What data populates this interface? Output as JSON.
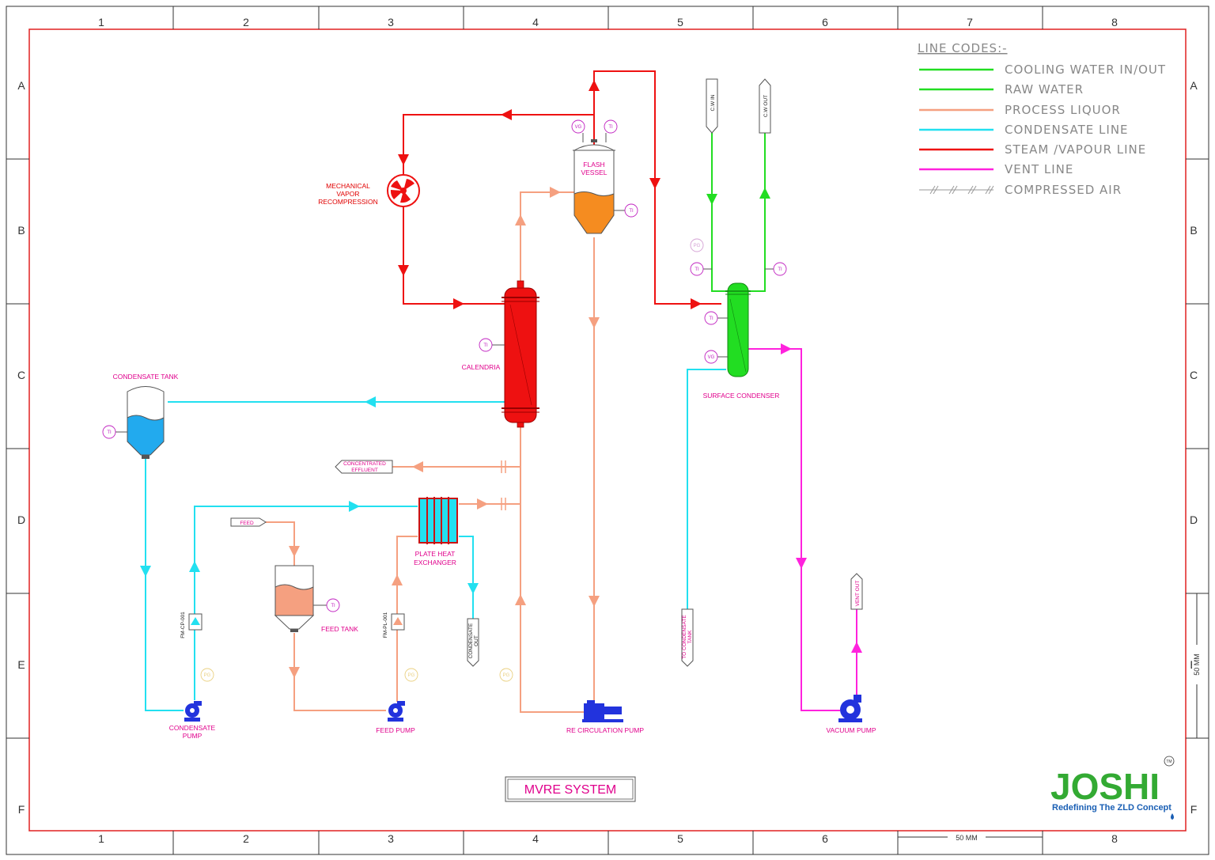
{
  "title": "MVRE SYSTEM",
  "frame": {
    "columns": [
      "1",
      "2",
      "3",
      "4",
      "5",
      "6",
      "7",
      "8"
    ],
    "rows": [
      "A",
      "B",
      "C",
      "D",
      "E",
      "F"
    ],
    "scale_label": "50 MM"
  },
  "legend": {
    "heading": "LINE CODES:-",
    "items": [
      {
        "label": "COOLING WATER IN/OUT",
        "color": "#22dd22",
        "style": "solid"
      },
      {
        "label": "RAW WATER",
        "color": "#22dd22",
        "style": "solid"
      },
      {
        "label": "PROCESS LIQUOR",
        "color": "#f5a080",
        "style": "solid"
      },
      {
        "label": "CONDENSATE LINE",
        "color": "#22e0f0",
        "style": "solid"
      },
      {
        "label": "STEAM /VAPOUR LINE",
        "color": "#ee1111",
        "style": "solid"
      },
      {
        "label": "VENT LINE",
        "color": "#ff22dd",
        "style": "solid"
      },
      {
        "label": "COMPRESSED AIR",
        "color": "#999999",
        "style": "hatched"
      }
    ]
  },
  "equipment": {
    "mvr": [
      "MECHANICAL",
      "VAPOR",
      "RECOMPRESSION"
    ],
    "flash_vessel": [
      "FLASH",
      "VESSEL"
    ],
    "calendria": "CALENDRIA",
    "surface_condenser": "SURFACE CONDENSER",
    "condensate_tank": "CONDENSATE TANK",
    "feed_tank": "FEED TANK",
    "phe": [
      "PLATE HEAT",
      "EXCHANGER"
    ],
    "condensate_pump": [
      "CONDENSATE",
      "PUMP"
    ],
    "feed_pump": "FEED PUMP",
    "recirculation_pump": "RE CIRCULATION PUMP",
    "vacuum_pump": "VACUUM PUMP"
  },
  "tags": {
    "cw_in": "C.W IN",
    "cw_out": "C.W OUT",
    "conc_effluent": [
      "CONCENTRATED",
      "EFFLUENT"
    ],
    "feed": "FEED",
    "condensate_out": [
      "CONDENSATE",
      "OUT"
    ],
    "to_condensate_tank": [
      "TO CONDENSATE",
      "TANK"
    ],
    "vent_out": "VENT OUT",
    "fm_cp": "FM-CP-001",
    "fm_pl": "FM-PL-001"
  },
  "instruments": {
    "ti": "TI",
    "vg": "VG",
    "pg": "PG"
  },
  "brand": {
    "name": "JOSHI",
    "tagline": "Redefining The ZLD Concept",
    "tm": "TM",
    "colors": {
      "green": "#33aa33",
      "blue": "#1a5fb4"
    }
  },
  "colors": {
    "border": "#e02020",
    "steam": "#ee1111",
    "process": "#f5a080",
    "condensate": "#22e0f0",
    "cooling": "#22dd22",
    "vent": "#ff22dd",
    "pump": "#2233dd"
  }
}
